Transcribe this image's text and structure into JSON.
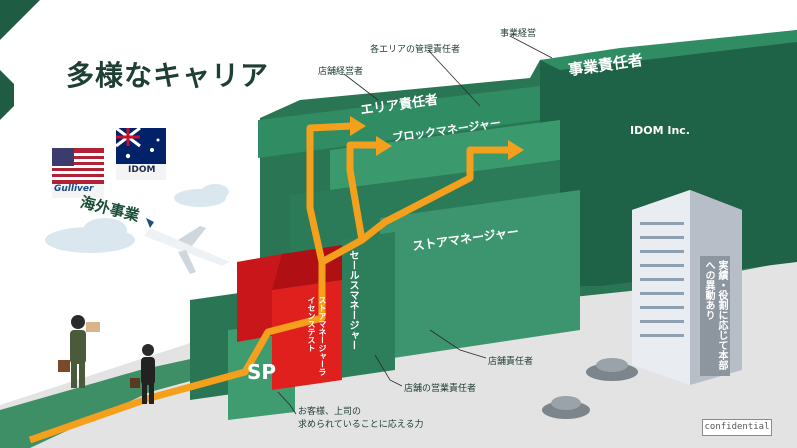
{
  "title": "多様なキャリア",
  "overseas": {
    "label": "海外事業",
    "brand_us": "Gulliver",
    "brand_au": "IDOM"
  },
  "career_steps": {
    "sp": "SP",
    "license_test": "ストアマネージャーライセンステスト",
    "sales_manager": "セールスマネージャー",
    "store_manager": "ストアマネージャー",
    "block_manager": "ブロックマネージャー",
    "area_manager": "エリア責任者",
    "executive": "事業責任者",
    "company": "IDOM Inc.",
    "hq_roles": "実績・役割に応じて本部への異動あり"
  },
  "annotations": {
    "store_operator": "店舗経営者",
    "area_management": "各エリアの管理責任者",
    "business_management": "事業経営",
    "store_owner": "店舗責任者",
    "store_sales_owner": "店舗の営業責任者",
    "customer_ability": "お客様、上司の\n求められていることに応える力"
  },
  "footer": {
    "confidential": "confidential"
  },
  "colors": {
    "green_dark": "#1e5c44",
    "green_mid": "#2f7d5b",
    "green_light": "#49a07a",
    "red": "#e0201c",
    "orange": "#f4a01c",
    "grey_road": "#e6e6e6"
  }
}
